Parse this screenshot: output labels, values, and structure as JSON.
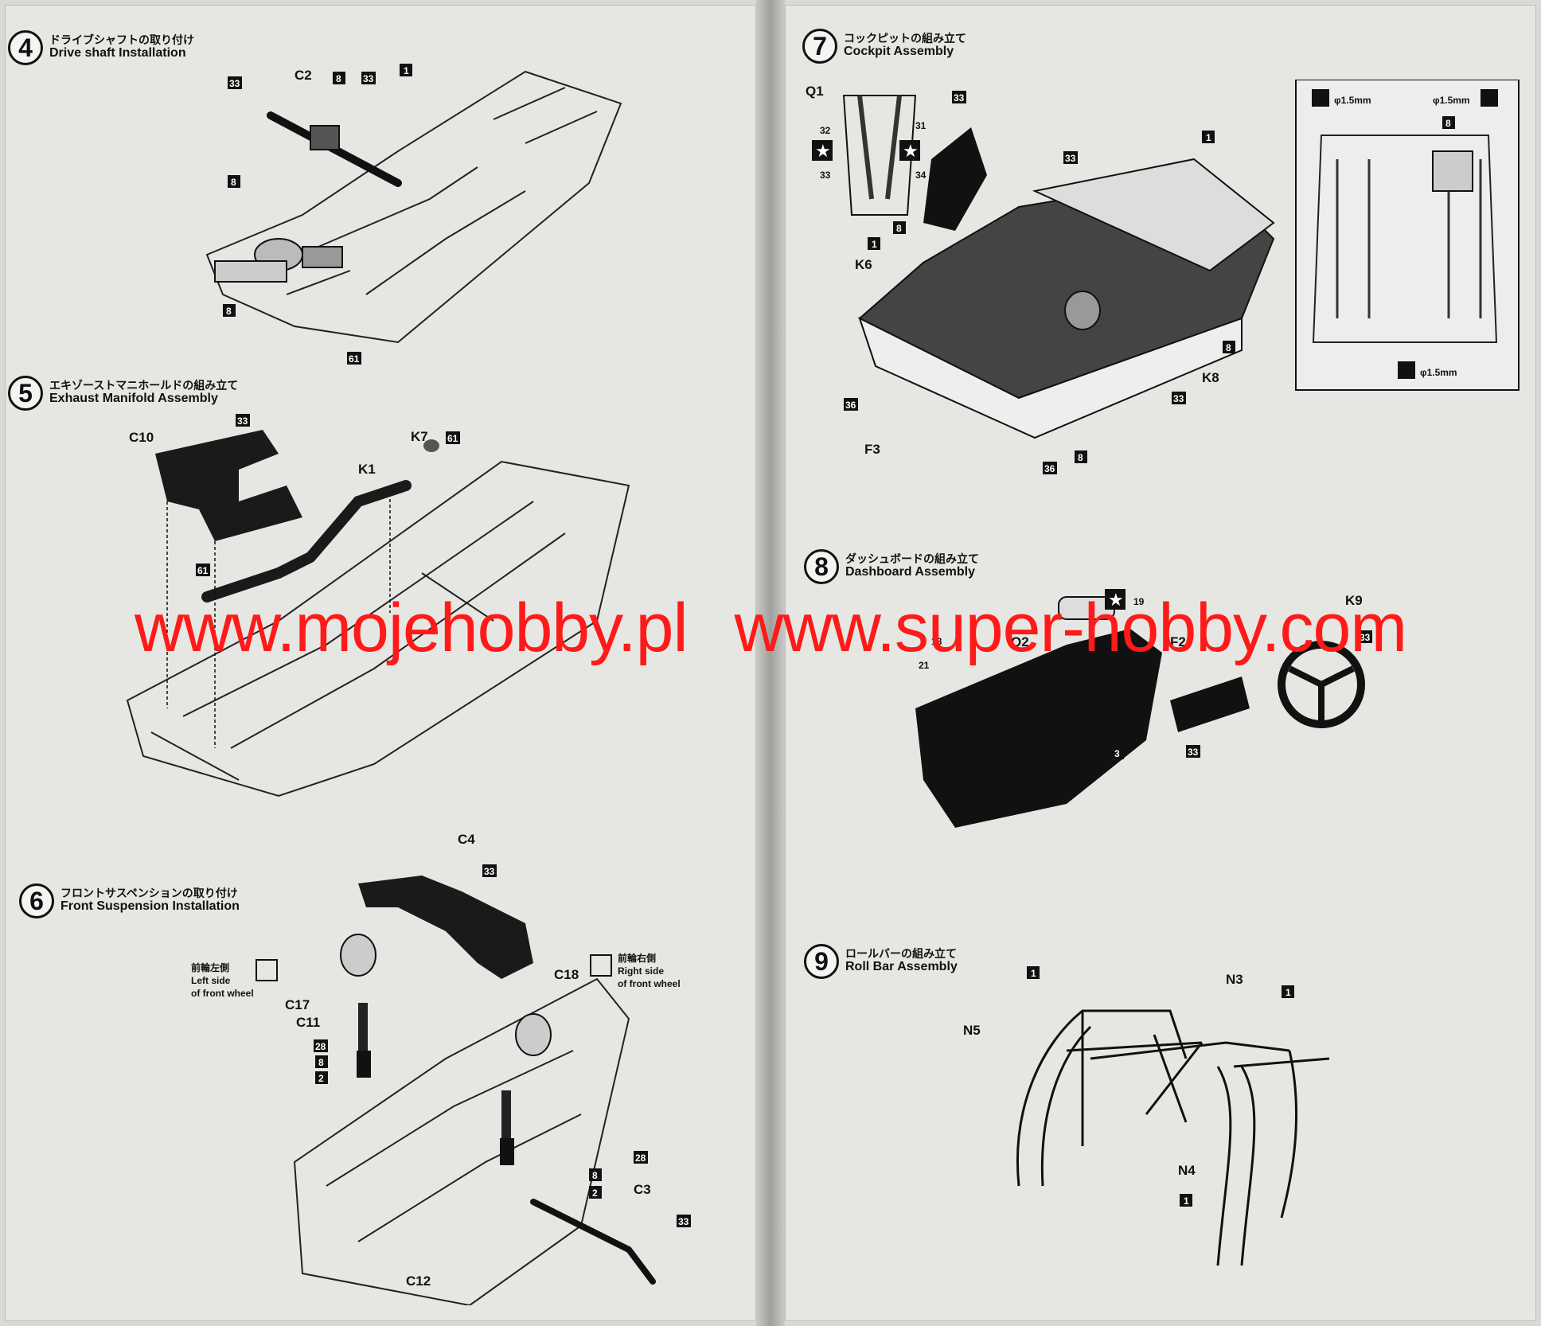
{
  "steps": [
    {
      "number": "4",
      "title_jp": "ドライブシャフトの取り付け",
      "title_en": "Drive shaft Installation"
    },
    {
      "number": "5",
      "title_jp": "エキゾーストマニホールドの組み立て",
      "title_en": "Exhaust Manifold Assembly"
    },
    {
      "number": "6",
      "title_jp": "フロントサスペンションの取り付け",
      "title_en": "Front Suspension Installation"
    },
    {
      "number": "7",
      "title_jp": "コックピットの組み立て",
      "title_en": "Cockpit Assembly"
    },
    {
      "number": "8",
      "title_jp": "ダッシュボードの組み立て",
      "title_en": "Dashboard Assembly"
    },
    {
      "number": "9",
      "title_jp": "ロールバーの組み立て",
      "title_en": "Roll Bar Assembly"
    }
  ],
  "part_labels": {
    "c2": "C2",
    "c10": "C10",
    "k1": "K1",
    "k7": "K7",
    "c4": "C4",
    "c17": "C17",
    "c11": "C11",
    "c18": "C18",
    "c3": "C3",
    "c12": "C12",
    "q1": "Q1",
    "k6": "K6",
    "f3": "F3",
    "k8": "K8",
    "k9": "K9",
    "q2": "Q2",
    "f2": "F2",
    "n3": "N3",
    "n4": "N4",
    "n5": "N5"
  },
  "color_codes": {
    "c1": "1",
    "c2": "2",
    "c3": "3",
    "c8": "8",
    "c28": "28",
    "c33": "33",
    "c36": "36",
    "c61": "61",
    "d18": "18",
    "d19": "19",
    "d21": "21",
    "d31": "31",
    "d32": "32",
    "d33": "33",
    "d34": "34"
  },
  "notes": {
    "left_front_jp": "前輪左側",
    "left_front_en1": "Left side",
    "left_front_en2": "of front wheel",
    "right_front_jp": "前輪右側",
    "right_front_en1": "Right side",
    "right_front_en2": "of front wheel",
    "drill": "φ1.5mm"
  },
  "watermark": {
    "left": "www.mojehobby.pl",
    "right": "www.super-hobby.com"
  },
  "colors": {
    "watermark": "#ff1a1a",
    "page": "#e6e7e3",
    "ink": "#111111"
  }
}
